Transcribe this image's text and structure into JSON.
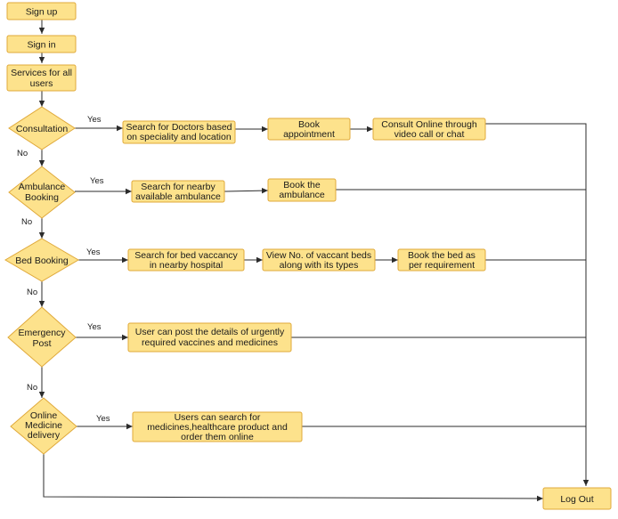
{
  "colors": {
    "fill": "#fde28c",
    "stroke": "#e0a93a",
    "line": "#2b2b2b",
    "text": "#1a1a1a"
  },
  "nodes": {
    "signup": "Sign up",
    "signin": "Sign in",
    "services": [
      "Services for all",
      "users"
    ],
    "consultation": "Consultation",
    "search_doctors": [
      "Search for Doctors based",
      "on speciality and location"
    ],
    "book_appointment": [
      "Book",
      "appointment"
    ],
    "consult_online": [
      "Consult Online through",
      "video call or chat"
    ],
    "ambulance_booking": [
      "Ambulance",
      "Booking"
    ],
    "search_ambulance": [
      "Search for nearby",
      "available ambulance"
    ],
    "book_ambulance": [
      "Book the",
      "ambulance"
    ],
    "bed_booking": "Bed Booking",
    "search_bed": [
      "Search for bed vaccancy",
      "in nearby hospital"
    ],
    "view_beds": [
      "View No. of vaccant beds",
      "along with its types"
    ],
    "book_bed": [
      "Book the bed as",
      "per requirement"
    ],
    "emergency_post": [
      "Emergency",
      "Post"
    ],
    "post_details": [
      "User can post the details of urgently",
      "required vaccines and medicines"
    ],
    "online_medicine": [
      "Online",
      "Medicine",
      "delivery"
    ],
    "search_medicines": [
      "Users can search for",
      "medicines,healthcare product and",
      "order them online"
    ],
    "logout": "Log Out"
  },
  "edge_labels": {
    "yes_consultation": "Yes",
    "no_consultation": "No",
    "yes_ambulance": "Yes",
    "no_ambulance": "No",
    "yes_bed": "Yes",
    "no_bed": "No",
    "yes_emergency": "Yes",
    "no_emergency": "No",
    "yes_medicine": "Yes"
  }
}
